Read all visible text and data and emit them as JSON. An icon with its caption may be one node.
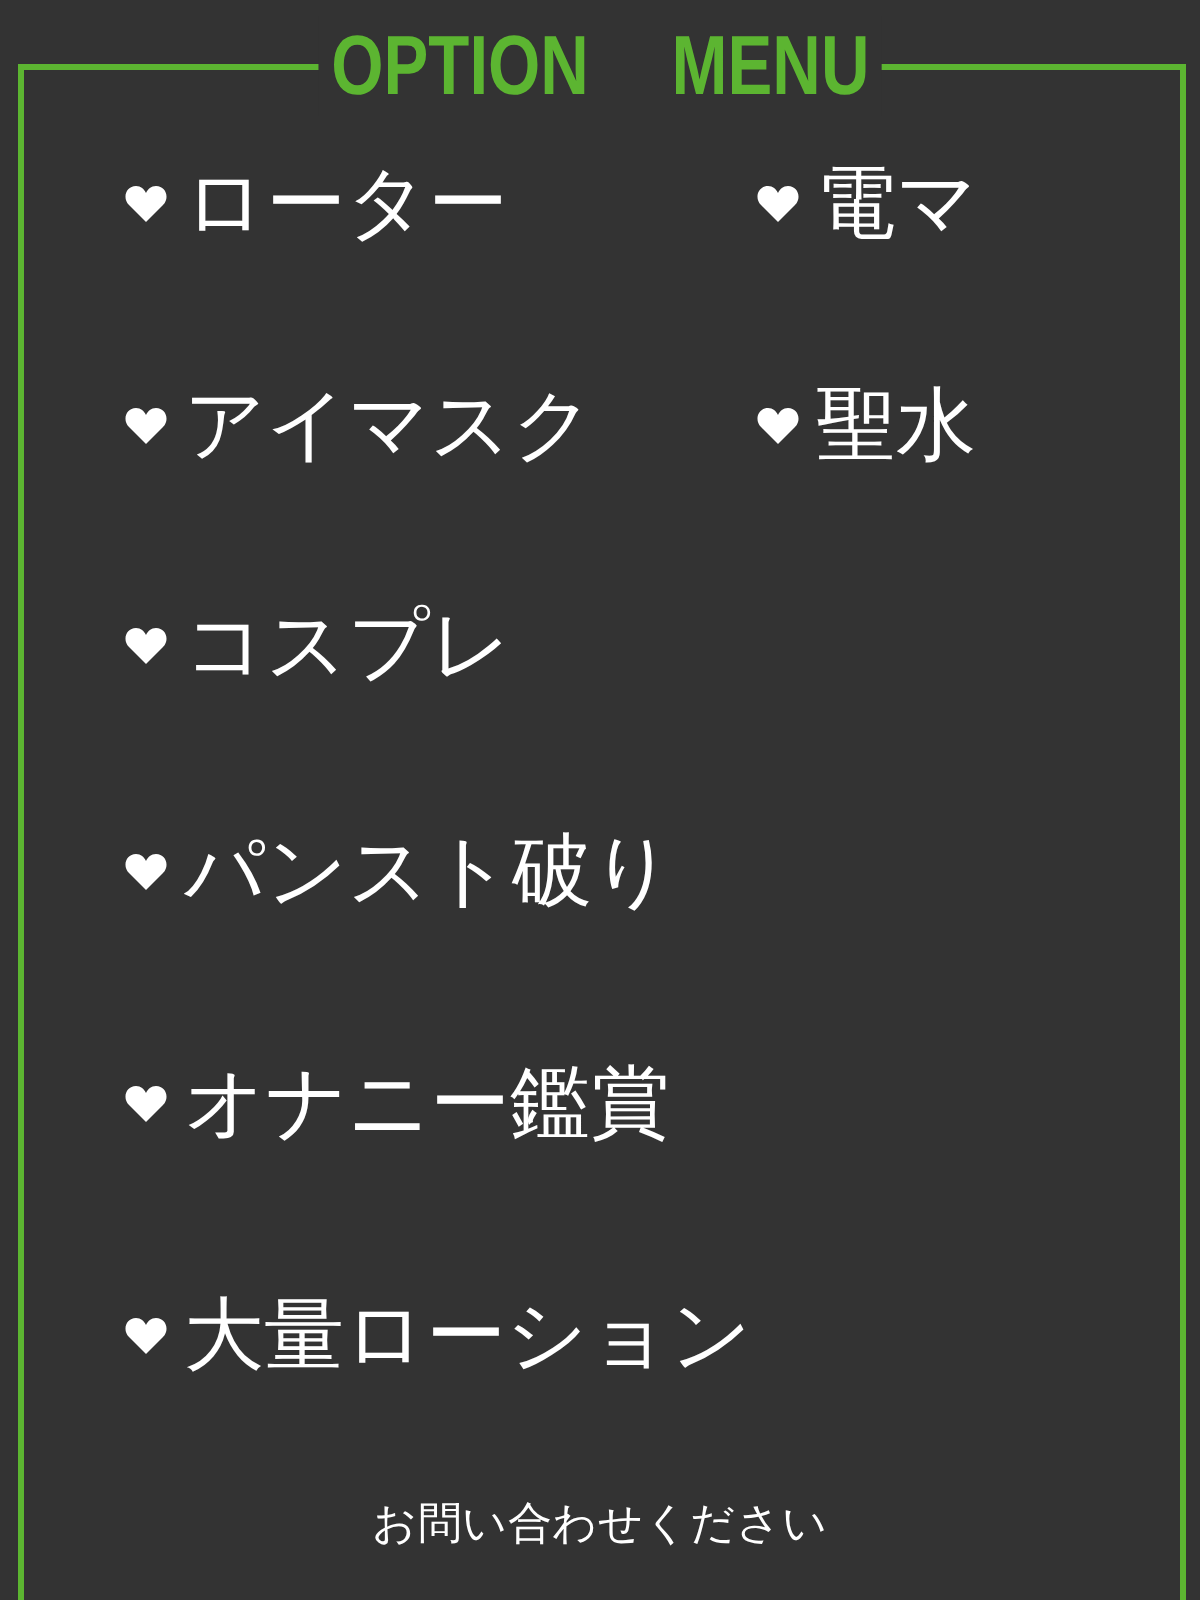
{
  "diagram": {
    "title": "OPTION MENU",
    "labels": [
      "ローター",
      "電マ",
      "アイマスク",
      "聖水",
      "コスプレ",
      "パンスト破り",
      "オナニー鑑賞",
      "大量ローション",
      "お問い合わせください"
    ]
  }
}
